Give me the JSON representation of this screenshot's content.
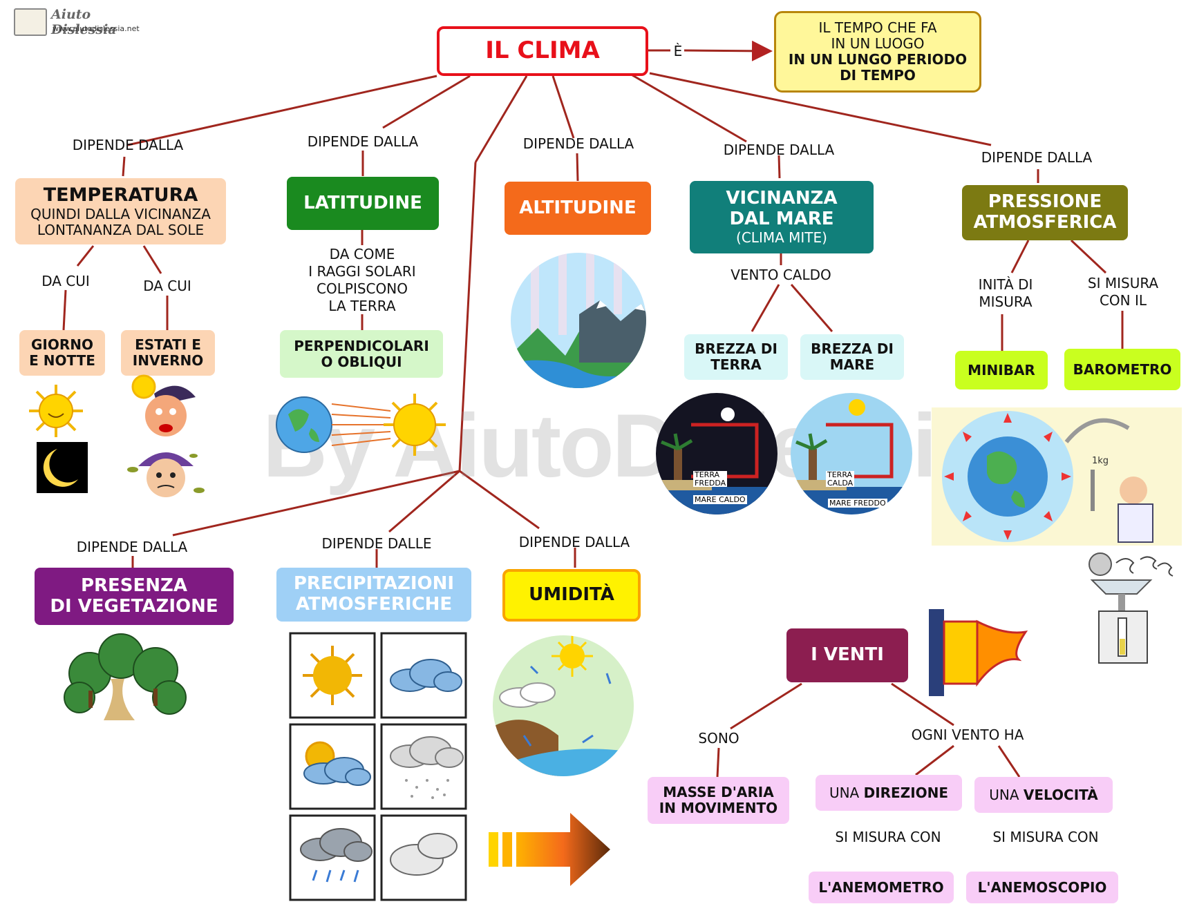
{
  "logo": {
    "title": "Aiuto Dislessia",
    "url": "www.aiutodislessia.net"
  },
  "watermark": "By AiutoDislessia.net",
  "center": {
    "title": "IL CLIMA",
    "relation": "È"
  },
  "definition": {
    "line1": "IL TEMPO CHE FA",
    "line2": "IN UN LUOGO",
    "line3": "IN UN LUNGO PERIODO",
    "line4": "DI TEMPO"
  },
  "links": {
    "temperatura": "DIPENDE DALLA",
    "latitudine": "DIPENDE DALLA",
    "altitudine": "DIPENDE DALLA",
    "vicinanza": "DIPENDE DALLA",
    "pressione": "DIPENDE DALLA",
    "vegetazione": "DIPENDE DALLA",
    "precipitazioni": "DIPENDE DALLE",
    "umidita": "DIPENDE DALLA"
  },
  "temperatura": {
    "title": "TEMPERATURA",
    "sub1": "QUINDI DALLA VICINANZA",
    "sub2": "LONTANANZA DAL SOLE",
    "link_left": "DA CUI",
    "link_right": "DA CUI",
    "left_line1": "GIORNO",
    "left_line2": "E NOTTE",
    "right_line1": "ESTATI E",
    "right_line2": "INVERNO"
  },
  "latitudine": {
    "title": "LATITUDINE",
    "link_line1": "DA COME",
    "link_line2": "I RAGGI SOLARI",
    "link_line3": "COLPISCONO",
    "link_line4": "LA TERRA",
    "result_line1": "PERPENDICOLARI",
    "result_line2": "O OBLIQUI"
  },
  "altitudine": {
    "title": "ALTITUDINE"
  },
  "vicinanza": {
    "title_line1": "VICINANZA",
    "title_line2": "DAL MARE",
    "sub": "(CLIMA MITE)",
    "link": "VENTO CALDO",
    "left_line1": "BREZZA DI",
    "left_line2": "TERRA",
    "right_line1": "BREZZA DI",
    "right_line2": "MARE",
    "img_left_top": "TERRA",
    "img_left_top2": "FREDDA",
    "img_left_bottom": "MARE CALDO",
    "img_right_top": "TERRA",
    "img_right_top2": "CALDA",
    "img_right_bottom": "MARE FREDDO"
  },
  "pressione": {
    "title_line1": "PRESSIONE",
    "title_line2": "ATMOSFERICA",
    "link_left_line1": "INITÀ DI",
    "link_left_line2": "MISURA",
    "link_right_line1": "SI MISURA",
    "link_right_line2": "CON IL",
    "left": "MINIBAR",
    "right": "BAROMETRO",
    "weight": "1kg"
  },
  "vegetazione": {
    "title_line1": "PRESENZA",
    "title_line2": "DI VEGETAZIONE"
  },
  "precipitazioni": {
    "title_line1": "PRECIPITAZIONI",
    "title_line2": "ATMOSFERICHE"
  },
  "umidita": {
    "title": "UMIDITÀ"
  },
  "venti": {
    "title": "I VENTI",
    "link_left": "SONO",
    "link_right": "OGNI VENTO HA",
    "masse_line1": "MASSE D'ARIA",
    "masse_line2": "IN MOVIMENTO",
    "dir_prefix": "UNA ",
    "dir_bold": "DIREZIONE",
    "vel_prefix": "UNA ",
    "vel_bold": "VELOCITÀ",
    "link_dir": "SI MISURA CON",
    "link_vel": "SI MISURA CON",
    "anemometro": "L'ANEMOMETRO",
    "anemoscopio": "L'ANEMOSCOPIO"
  },
  "colors": {
    "red": "#e8101a",
    "yellow": "#fff79a",
    "peach": "#fcd5b4",
    "green": "#1a8a1f",
    "orange": "#f46a1b",
    "teal": "#117f7a",
    "olive": "#7c7a12",
    "lightgreen": "#d5f7c9",
    "lightcyan": "#d9f7f7",
    "lime": "#c9ff1f",
    "purple": "#7f1a82",
    "skyblue": "#9fd0f6",
    "umiditaYellow": "#fff200",
    "umiditaBorder": "#f9a400",
    "maroon": "#8c1e50",
    "pink": "#f8cdf7"
  }
}
